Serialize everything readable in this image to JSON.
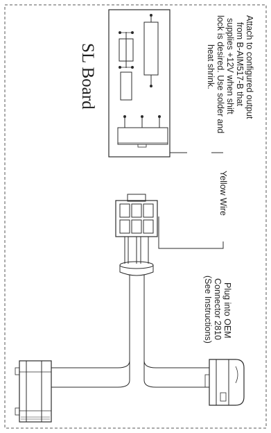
{
  "diagram": {
    "board_title": "SL Board",
    "attach_note": {
      "lines": [
        "Attach to configured output",
        "from B-AIM517-B that",
        "supplies +12V when shift",
        "lock is desired.  Use solder and",
        "heat shrink."
      ]
    },
    "wire_label": "Yellow Wire",
    "plug_note": {
      "lines": [
        "Plug into OEM",
        "Connector 2810",
        "(See Instructions)"
      ]
    }
  }
}
